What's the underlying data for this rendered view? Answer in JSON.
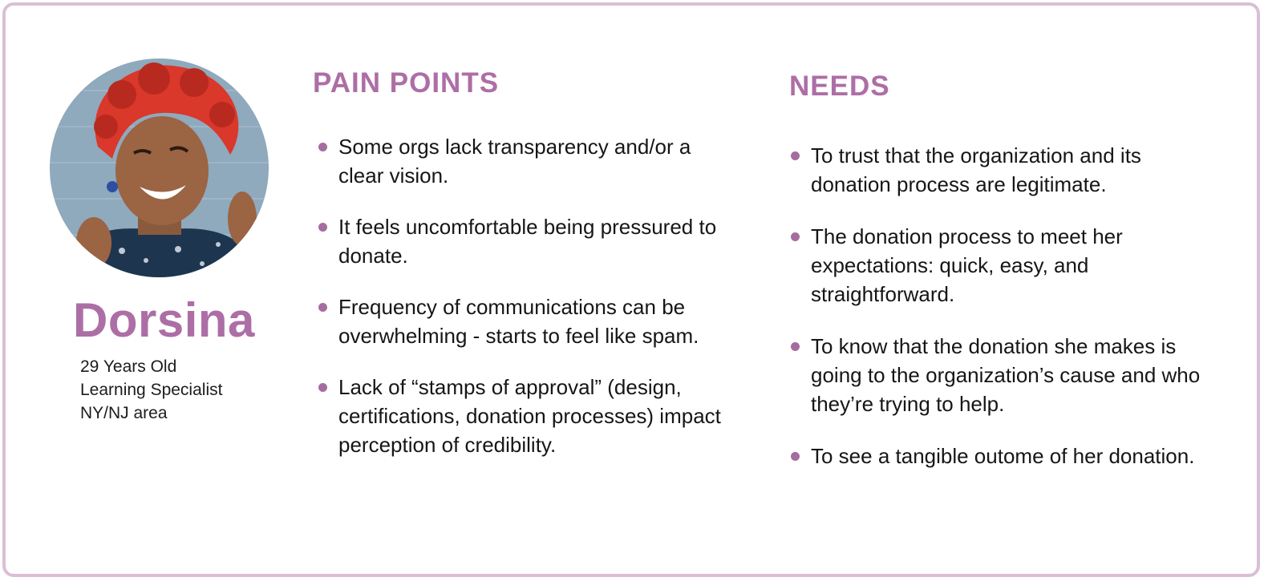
{
  "persona": {
    "name": "Dorsina",
    "age": "29 Years Old",
    "occupation": "Learning Specialist",
    "location": "NY/NJ area"
  },
  "pain_points": {
    "title": "PAIN POINTS",
    "items": [
      "Some orgs lack transparency and/or a clear vision.",
      "It feels uncomfortable being pressured to donate.",
      "Frequency of communications can be overwhelming - starts to feel like spam.",
      "Lack of “stamps of approval” (design, certifications, donation processes) impact perception of credibility."
    ]
  },
  "needs": {
    "title": "NEEDS",
    "items": [
      "To trust that the organization and its donation process are legitimate.",
      "The donation process to meet her expectations: quick, easy, and straightforward.",
      "To know that the donation she makes is going to the organization’s cause and who they’re trying to help.",
      "To see a tangible outome of her donation."
    ]
  },
  "colors": {
    "accent": "#ad6ea6",
    "border": "#d9bfd6",
    "text": "#161616"
  }
}
